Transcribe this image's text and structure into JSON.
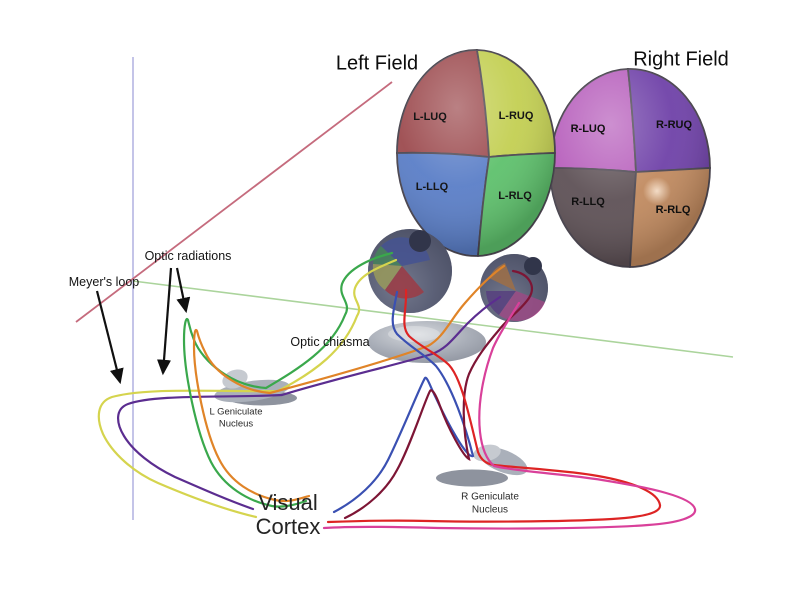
{
  "diagram": {
    "left_field": {
      "label": "Left Field",
      "quadrants": [
        {
          "label": "L-LUQ",
          "color": "#9c4a4e"
        },
        {
          "label": "L-RUQ",
          "color": "#c3cf52"
        },
        {
          "label": "L-LLQ",
          "color": "#5a7ec7"
        },
        {
          "label": "L-RLQ",
          "color": "#5ec16c"
        }
      ]
    },
    "right_field": {
      "label": "Right Field",
      "quadrants": [
        {
          "label": "R-LUQ",
          "color": "#b75fbc"
        },
        {
          "label": "R-RUQ",
          "color": "#6f41a8"
        },
        {
          "label": "R-LLQ",
          "color": "#5e5156"
        },
        {
          "label": "R-RLQ",
          "color": "#c18a5f"
        }
      ]
    },
    "labels": {
      "optic_chiasma": "Optic chiasma",
      "optic_radiations": "Optic radiations",
      "meyers_loop": "Meyer's loop",
      "l_geniculate_line1": "L Geniculate",
      "l_geniculate_line2": "Nucleus",
      "r_geniculate_line1": "R Geniculate",
      "r_geniculate_line2": "Nucleus",
      "visual_cortex_line1": "Visual",
      "visual_cortex_line2": "Cortex"
    },
    "pathways": {
      "green": "#3aa84c",
      "yellow": "#d5d44e",
      "orange": "#e08428",
      "purple": "#5b2d90",
      "blue": "#3a50b2",
      "red": "#dd2424",
      "maroon": "#7d1535",
      "magenta": "#d9409a"
    },
    "axes": {
      "vertical": "#b6b6e2",
      "diagonal_pink": "#c56b7d",
      "diagonal_green": "#abd49c"
    },
    "structures": {
      "gray_light": "#c6cad0",
      "gray_mid": "#aab0ba",
      "gray_dark": "#8e939e",
      "pupil": "#31354a"
    }
  }
}
